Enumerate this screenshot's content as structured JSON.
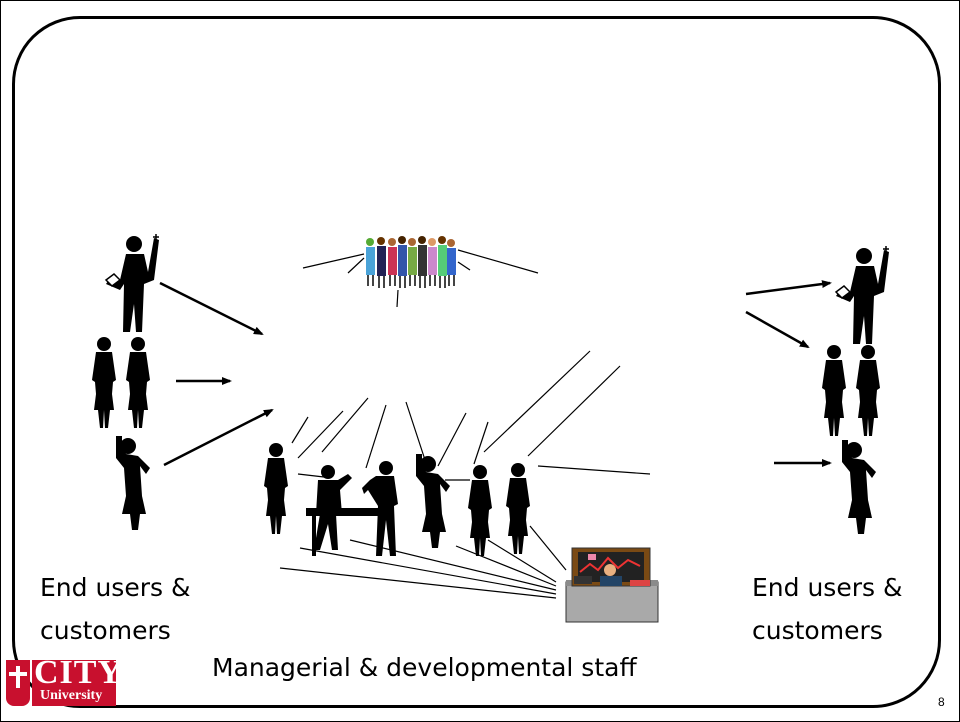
{
  "slide": {
    "left_group_label": "End users &\ncustomers",
    "right_group_label": "End users &\ncustomers",
    "center_group_label": "Managerial & developmental staff",
    "page_number": "8"
  },
  "logo": {
    "name": "CITY",
    "subtitle": "University",
    "color": "#c8102e"
  },
  "icons": {
    "frame": "rounded-frame",
    "left_users": [
      "pointing-man-icon",
      "two-women-icon",
      "thumbs-up-woman-icon"
    ],
    "right_users": [
      "pointing-man-icon",
      "two-women-icon",
      "thumbs-up-woman-icon"
    ],
    "crowd": "group-of-people-icon",
    "staff": "staff-group-icon",
    "desk": "desk-worker-icon"
  }
}
